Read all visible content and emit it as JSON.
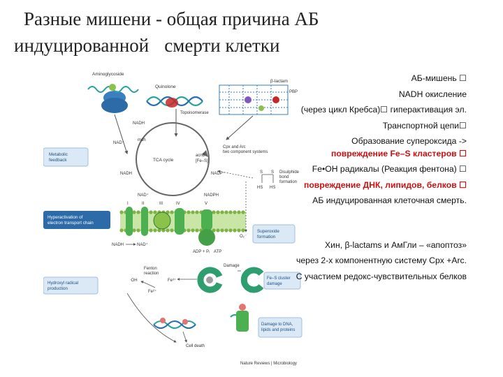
{
  "title": {
    "line1": "Разные мишени - общая причина АБ",
    "line2a": "индуцированной",
    "line2b": "смерти клетки"
  },
  "notes": [
    {
      "text": "АБ-мишень ☐",
      "red": false
    },
    {
      "text": "NADH окисление",
      "red": false
    },
    {
      "text": "(через цикл Кребса)☐ гиперактивация эл.",
      "red": false
    },
    {
      "text": "Транспортной цепи☐",
      "red": false
    },
    {
      "text": "Образование супероксида ->",
      "red": false
    },
    {
      "text": "повреждение Fe–S кластеров ☐",
      "red": true
    },
    {
      "text": "Fe•OH радикалы (Реакция фентона) ☐",
      "red": false
    },
    {
      "text": "повреждение ДНК, липидов, белков ☐",
      "red": true
    },
    {
      "text": "АБ индуцированная клеточная смерть.",
      "red": false
    }
  ],
  "notes2": [
    "Хин, β-lactams и АмГли – «апоптоз»",
    "через 2-х компонентную систему Cpx +Arc.",
    "С участием редокс-чувствительных белков"
  ],
  "diagram": {
    "aminoglycoside": "Aminoglycoside",
    "quinolone": "Quinolone",
    "beta_lactam": "β-lactam",
    "pbp": "PBP",
    "topoisomerase": "Topoisomerase",
    "nadh": "NADH",
    "nad_plus": "NAD⁺",
    "mdh": "mdh",
    "tca": "TCA cycle",
    "acnb": "acnB",
    "fes": "[Fe–S]",
    "cpx": "Cpx and Arc two component systems",
    "nadp": "NADP⁺",
    "nadph": "NADPH",
    "hs": "HS",
    "s": "S",
    "disulphide": "Disulphide bond formation",
    "metabolic": "Metabolic feedback",
    "etc_box": "Hyperactivation of electron transport chain",
    "complex_labels": [
      "I",
      "II",
      "III",
      "IV",
      "V"
    ],
    "adp": "ADP + Pᵢ",
    "atp": "ATP",
    "o2": "O₂⁻",
    "superoxide": "Superoxide formation",
    "damage": "Damage",
    "fenton": "Fenton reaction",
    "oh": "ᐧOH",
    "fe2": "Fe²⁺",
    "fe3": "Fe³⁺",
    "fes_damage": "Fe–S cluster damage",
    "hydroxyl": "Hydroxyl radical production",
    "dna_damage": "Damage to DNA, lipids and proteins",
    "cell_death": "Cell death",
    "journal": "Nature Reviews | Microbiology"
  }
}
